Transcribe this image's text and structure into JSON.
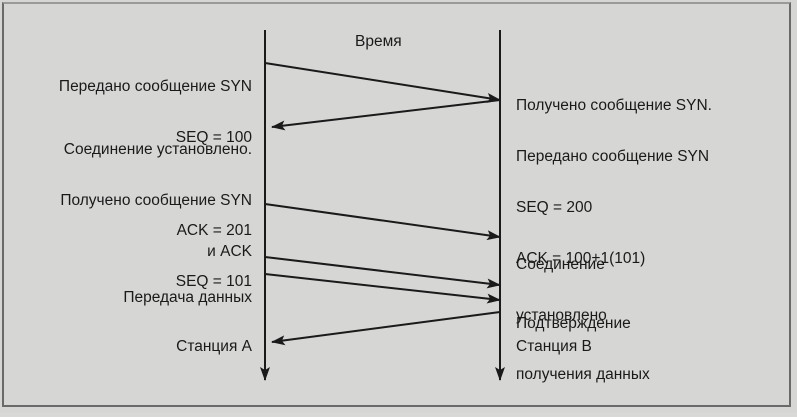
{
  "diagram": {
    "time_label": "Время",
    "station_a": "Станция А",
    "station_b": "Станция В",
    "left_labels": [
      {
        "lines": [
          "Передано сообщение SYN",
          "SEQ = 100"
        ]
      },
      {
        "lines": [
          "Соединение установлено.",
          "Получено сообщение SYN",
          "и ACK"
        ]
      },
      {
        "lines": [
          "ACK = 201",
          "SEQ = 101"
        ]
      },
      {
        "lines": [
          "Передача данных"
        ]
      }
    ],
    "right_labels": [
      {
        "lines": [
          "Получено сообщение SYN.",
          "Передано сообщение SYN",
          "SEQ = 200",
          "ACK = 100+1(101)"
        ]
      },
      {
        "lines": [
          "Соединение",
          "установлено"
        ]
      },
      {
        "lines": [
          "Подтверждение",
          "получения данных"
        ]
      }
    ],
    "colors": {
      "line": "#1a1a1a",
      "background": "#d6d6d4",
      "frame": "#6a6a6a"
    }
  }
}
